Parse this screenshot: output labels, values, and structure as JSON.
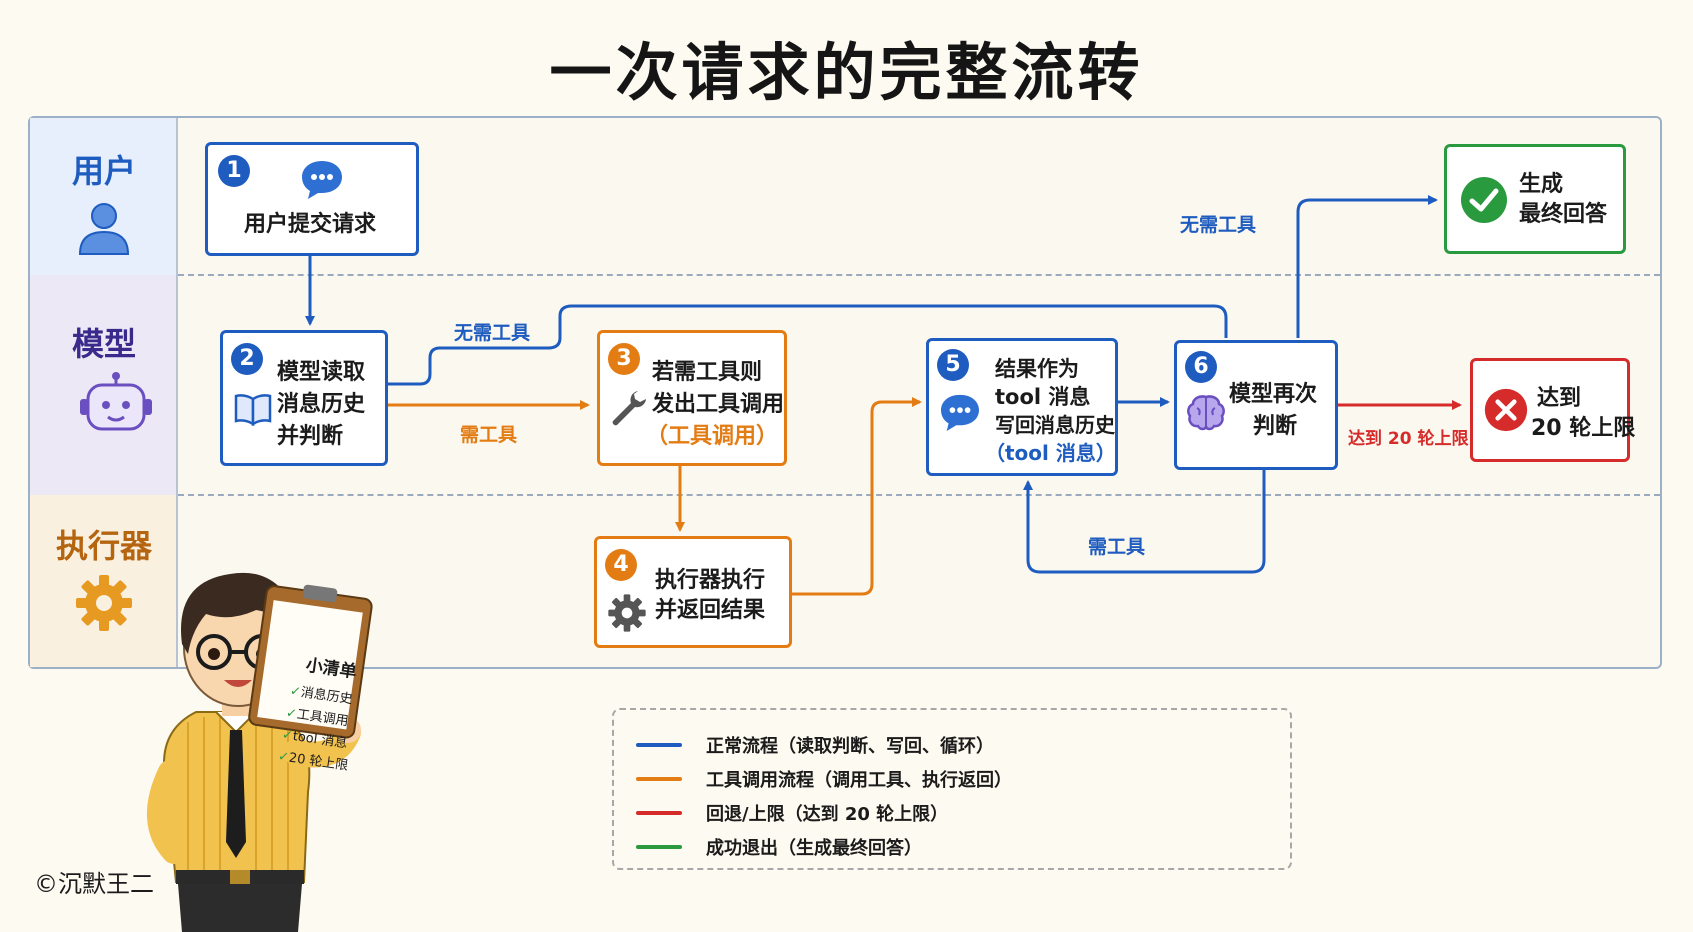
{
  "title": "一次请求的完整流转",
  "lanes": {
    "user": "用户",
    "model": "模型",
    "executor": "执行器"
  },
  "steps": {
    "s1": {
      "num": "1",
      "lines": [
        "用户提交请求"
      ]
    },
    "s2": {
      "num": "2",
      "lines": [
        "模型读取",
        "消息历史",
        "并判断"
      ]
    },
    "s3": {
      "num": "3",
      "lines": [
        "若需工具则",
        "发出工具调用",
        "（工具调用）"
      ]
    },
    "s4": {
      "num": "4",
      "lines": [
        "执行器执行",
        "并返回结果"
      ]
    },
    "s5": {
      "num": "5",
      "lines": [
        "结果作为",
        "tool 消息",
        "写回消息历史",
        "（tool 消息）"
      ]
    },
    "s6": {
      "num": "6",
      "lines": [
        "模型再次",
        "判断"
      ]
    }
  },
  "end_success": {
    "lines": [
      "生成",
      "最终回答"
    ]
  },
  "end_limit": {
    "lines": [
      "达到",
      "20 轮上限"
    ]
  },
  "edge_labels": {
    "no_tool_1": "无需工具",
    "need_tool_1": "需工具",
    "no_tool_2": "无需工具",
    "need_tool_2": "需工具",
    "limit": "达到 20 轮上限"
  },
  "legend": [
    {
      "color": "#1f5cbf",
      "text": "正常流程（读取判断、写回、循环）"
    },
    {
      "color": "#e47c14",
      "text": "工具调用流程（调用工具、执行返回）"
    },
    {
      "color": "#d62b2b",
      "text": "回退/上限（达到 20 轮上限）"
    },
    {
      "color": "#2a9a3e",
      "text": "成功退出（生成最终回答）"
    }
  ],
  "checklist": {
    "title": "小清单",
    "items": [
      "消息历史",
      "工具调用",
      "tool 消息",
      "20 轮上限"
    ]
  },
  "copyright": "©沉默王二",
  "colors": {
    "blue": "#1f5cbf",
    "orange": "#e47c14",
    "red": "#d62b2b",
    "green": "#2a9a3e"
  },
  "icons": {
    "user_lane": "user-icon",
    "model_lane": "robot-icon",
    "executor_lane": "gear-icon",
    "s1": "chat-bubble-icon",
    "s2": "book-icon",
    "s3": "wrench-icon",
    "s4": "gear-icon",
    "s5": "chat-bubble-icon",
    "s6": "brain-icon",
    "success": "check-circle-icon",
    "limit": "x-circle-icon"
  }
}
